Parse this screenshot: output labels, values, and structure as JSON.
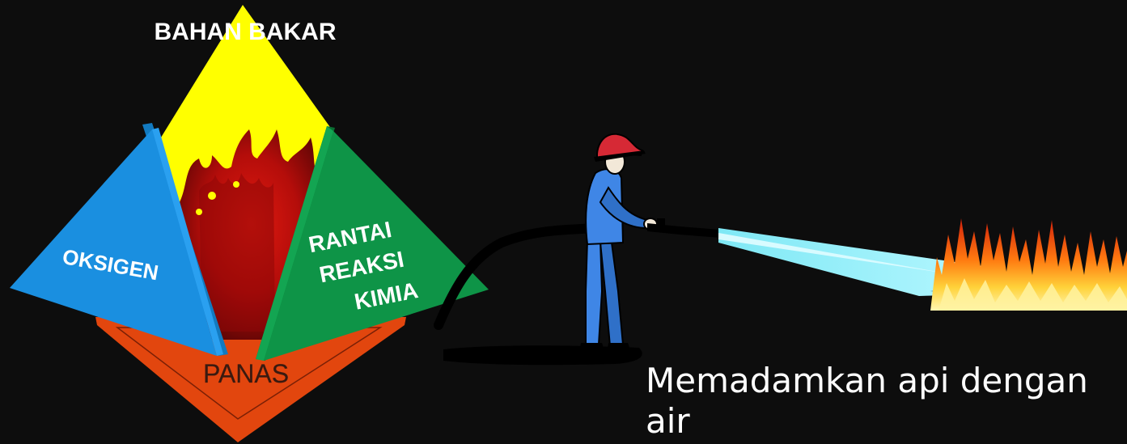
{
  "tetrahedron": {
    "top_label": "BAHAN BAKAR",
    "left_label": "OKSIGEN",
    "right_label_lines": [
      "RANTAI",
      "REAKSI",
      "KIMIA"
    ],
    "bottom_label": "PANAS"
  },
  "caption": "Memadamkan api dengan air",
  "colors": {
    "background": "#0d0d0d",
    "fuel": "#ffff00",
    "oxygen": "#1a8fe0",
    "chain_reaction": "#0e9447",
    "heat": "#e2460e",
    "fire": "#c1120d",
    "water": "#8ff0ff",
    "firefighter_uniform": "#3f86e6",
    "helmet": "#d62935"
  },
  "icons": [
    "fire-icon",
    "firefighter-icon",
    "water-spray-icon",
    "flames-icon"
  ]
}
